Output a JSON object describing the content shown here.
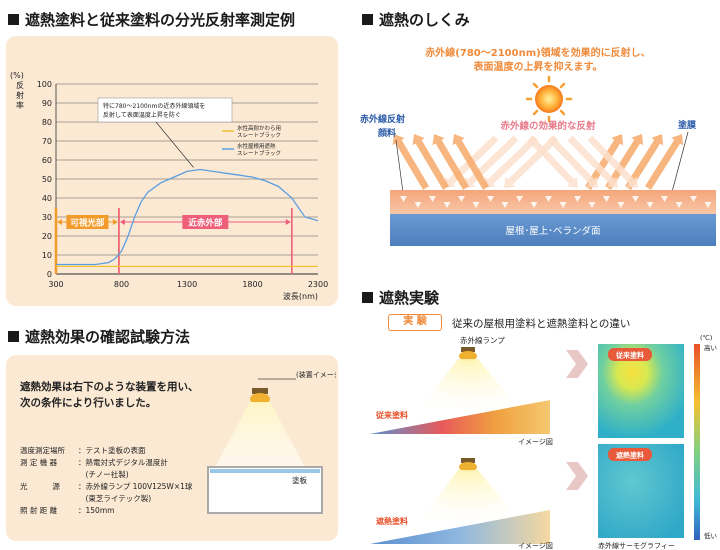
{
  "colors": {
    "panel_bg": "#fbe9d4",
    "orange_accent": "#f08a3a",
    "conventional_series": "#f2c230",
    "heatshield_series": "#5a9ee0",
    "visible_band": "#f29a2a",
    "nir_band": "#ee5f7a",
    "roof_blue": "#5b8cc9"
  },
  "sections": {
    "chart": "遮熱塗料と従来塗料の分光反射率測定例",
    "method": "遮熱効果の確認試験方法",
    "mechanism": "遮熱のしくみ",
    "experiment": "遮熱実験"
  },
  "chart_data": {
    "type": "line",
    "ylabel": "(%)\n反\n射\n率",
    "xlabel": "波長(nm)",
    "xlim": [
      300,
      2300
    ],
    "ylim": [
      0,
      100
    ],
    "x_ticks": [
      300,
      800,
      1300,
      1800,
      2300
    ],
    "y_ticks": [
      0,
      10,
      20,
      30,
      40,
      50,
      60,
      70,
      80,
      90,
      100
    ],
    "grid": true,
    "legend_position": "top-right",
    "annotation": "特に780〜2100nmの近赤外線領域を\n反射して表面温度上昇を防ぐ",
    "bands": [
      {
        "label": "可視光部",
        "from": 300,
        "to": 780
      },
      {
        "label": "近赤外部",
        "from": 780,
        "to": 2100
      }
    ],
    "series": [
      {
        "name": "水性高耐かわら用\nスレートブラック",
        "x": [
          300,
          400,
          500,
          600,
          700,
          800,
          900,
          1000,
          1200,
          1400,
          1600,
          1800,
          2000,
          2100,
          2200,
          2300
        ],
        "y": [
          4,
          4,
          4,
          4,
          4,
          4,
          4,
          4,
          4,
          4,
          4,
          4,
          4,
          4,
          4,
          4
        ]
      },
      {
        "name": "水性屋根用遮熱\nスレートブラック",
        "x": [
          300,
          400,
          500,
          600,
          700,
          750,
          800,
          850,
          900,
          950,
          1000,
          1100,
          1200,
          1300,
          1400,
          1500,
          1600,
          1700,
          1800,
          1900,
          2000,
          2100,
          2200,
          2300
        ],
        "y": [
          5,
          5,
          5,
          5,
          6,
          8,
          12,
          20,
          30,
          38,
          43,
          48,
          51,
          54,
          55,
          54,
          53,
          52,
          51,
          49,
          46,
          40,
          30,
          28
        ]
      }
    ]
  },
  "method": {
    "intro": "遮熱効果は右下のような装置を用い、\n次の条件により行いました。",
    "device_label": "(装置イメージ図)",
    "board_label": "塗板",
    "conditions": [
      {
        "key": "温度測定場所",
        "value": "テスト塗板の表面"
      },
      {
        "key": "測 定 機 器",
        "value": "熱電対式デジタル温度計\n(チノー社製)"
      },
      {
        "key": "光　　　 源",
        "value": "赤外線ランプ 100V125W×1球\n(東芝ライテック製)"
      },
      {
        "key": "照 射 距 離",
        "value": "150mm"
      }
    ]
  },
  "mechanism": {
    "caption": "赤外線(780〜2100nm)領域を効果的に反射し、\n表面温度の上昇を抑えます。",
    "pigment_label": "赤外線反射\n顔料",
    "reflect_label": "赤外線の効果的な反射",
    "film_label": "塗膜",
    "roof_label": "屋根･屋上･ベランダ面"
  },
  "experiment": {
    "badge": "実 験",
    "subtitle": "従来の屋根用塗料と遮熱塗料との違い",
    "lamp_label": "赤外線ランプ",
    "conventional_label": "従来塗料",
    "heatshield_label": "遮熱塗料",
    "image_label": "イメージ図",
    "unit": "(℃)",
    "scale_high": "高い",
    "scale_low": "低い",
    "thermo_label": "赤外線サーモグラフィー",
    "badge_conventional": "従来塗料",
    "badge_heatshield": "遮熱塗料"
  }
}
